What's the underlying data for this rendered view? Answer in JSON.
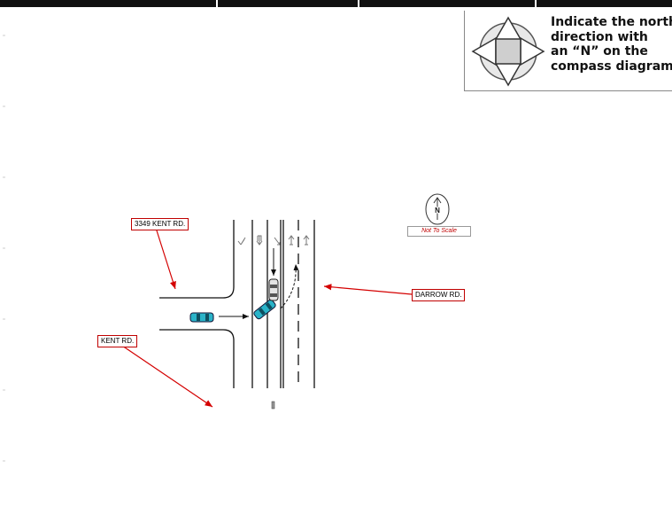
{
  "compass_instruction": {
    "line1": "Indicate the north",
    "line2": "direction with",
    "line3": "an “N” on the",
    "line4": "compass diagram."
  },
  "north_indicator": {
    "letter": "N",
    "scale_note": "Not To Scale"
  },
  "labels": {
    "address": "3349 KENT RD.",
    "kent_road": "KENT RD.",
    "darrow_road": "DARROW RD."
  },
  "colors": {
    "vehicle": "#2ab3c8",
    "pointer": "#d40000",
    "label_border": "#c00000"
  }
}
